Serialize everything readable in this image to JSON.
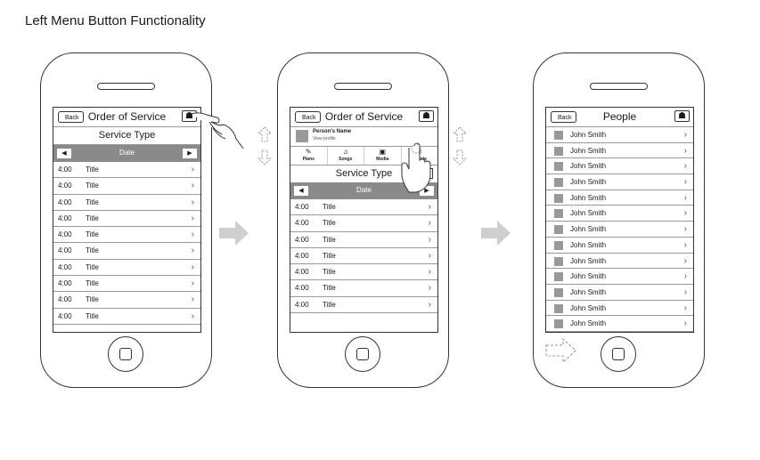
{
  "page_title": "Left Menu Button Functionality",
  "screen1": {
    "back": "Back",
    "title": "Order of Service",
    "home_glyph": "☗",
    "subheader": "Service Type",
    "date": "Date",
    "left_arrow": "◀",
    "right_arrow": "▶",
    "rows": [
      {
        "time": "4:00",
        "title": "Title"
      },
      {
        "time": "4:00",
        "title": "Title"
      },
      {
        "time": "4:00",
        "title": "Title"
      },
      {
        "time": "4:00",
        "title": "Title"
      },
      {
        "time": "4:00",
        "title": "Title"
      },
      {
        "time": "4:00",
        "title": "Title"
      },
      {
        "time": "4:00",
        "title": "Title"
      },
      {
        "time": "4:00",
        "title": "Title"
      },
      {
        "time": "4:00",
        "title": "Title"
      },
      {
        "time": "4:00",
        "title": "Title"
      }
    ]
  },
  "screen2": {
    "back": "Back",
    "title": "Order of Service",
    "home_glyph": "☗",
    "profile_name": "Person's Name",
    "profile_link": "View profile",
    "tabs": [
      {
        "glyph": "✎",
        "label": "Plans"
      },
      {
        "glyph": "♫",
        "label": "Songs"
      },
      {
        "glyph": "▣",
        "label": "Media"
      },
      {
        "glyph": "☺",
        "label": "People"
      }
    ],
    "subheader": "Service Type",
    "mini_glyph": "✎",
    "date": "Date",
    "left_arrow": "◀",
    "right_arrow": "▶",
    "rows": [
      {
        "time": "4:00",
        "title": "Title"
      },
      {
        "time": "4:00",
        "title": "Title"
      },
      {
        "time": "4:00",
        "title": "Title"
      },
      {
        "time": "4:00",
        "title": "Title"
      },
      {
        "time": "4:00",
        "title": "Title"
      },
      {
        "time": "4:00",
        "title": "Title"
      },
      {
        "time": "4:00",
        "title": "Title"
      }
    ]
  },
  "screen3": {
    "back": "Back",
    "title": "People",
    "home_glyph": "☗",
    "people": [
      "John Smith",
      "John Smith",
      "John Smith",
      "John Smith",
      "John Smith",
      "John Smith",
      "John Smith",
      "John Smith",
      "John Smith",
      "John Smith",
      "John Smith",
      "John Smith",
      "John Smith"
    ]
  },
  "chevron": "›"
}
